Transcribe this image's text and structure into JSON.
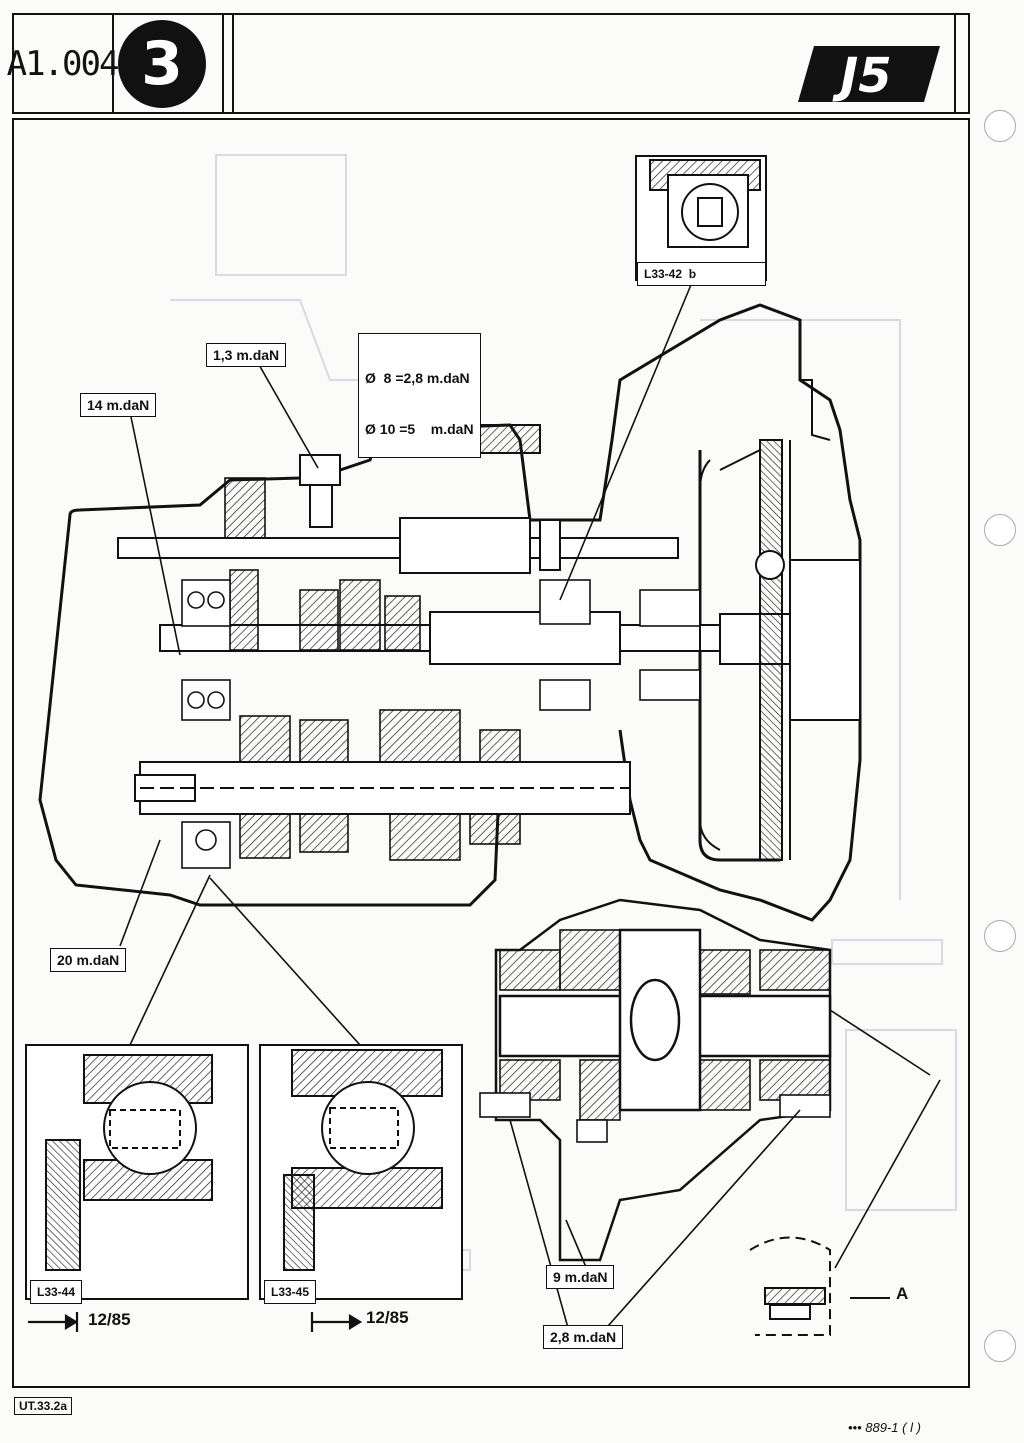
{
  "header": {
    "doc_code": "A1.004",
    "section_number": "3",
    "model_logo": "J5"
  },
  "torques": {
    "t1": "1,3 m.daN",
    "t2_line1": "Ø  8 =2,8 m.daN",
    "t2_line2": "Ø 10 =5    m.daN",
    "t3": "14 m.daN",
    "t4": "20 m.daN",
    "t5": "9 m.daN",
    "t6": "2,8 m.daN"
  },
  "details": {
    "d1_label": "L33-42  b",
    "d2_label": "L33-44",
    "d3_label": "L33-45",
    "d2_date": "12/85",
    "d3_date": "12/85",
    "view_a": "A"
  },
  "footer": {
    "ref": "UT.33.2a",
    "page": "••• 889-1 ( l )"
  },
  "colors": {
    "ink": "#111111",
    "paper": "#fbfbfa",
    "ghost": "#d6dbe3"
  }
}
